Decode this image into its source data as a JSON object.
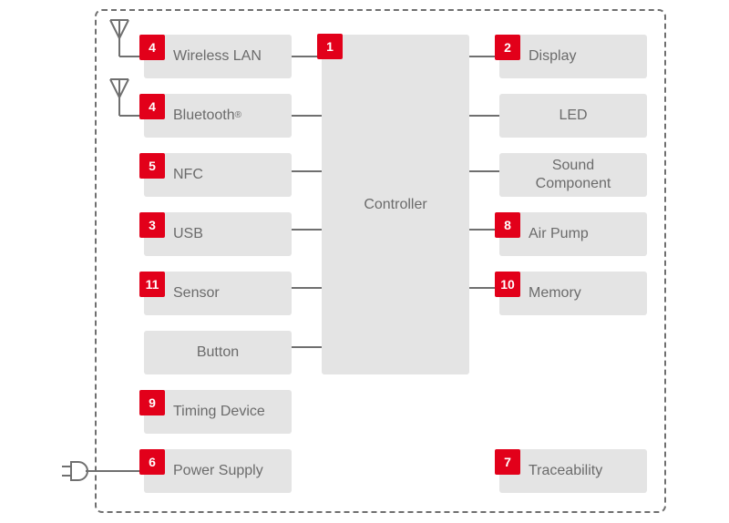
{
  "controller": {
    "label": "Controller",
    "number": "1"
  },
  "left_blocks": [
    {
      "number": "4",
      "label": "Wireless LAN",
      "icon": "antenna-icon"
    },
    {
      "number": "4",
      "label": "Bluetooth",
      "suffix": "®",
      "icon": "antenna-icon"
    },
    {
      "number": "5",
      "label": "NFC"
    },
    {
      "number": "3",
      "label": "USB"
    },
    {
      "number": "11",
      "label": "Sensor"
    },
    {
      "number": "",
      "label": "Button"
    },
    {
      "number": "9",
      "label": "Timing Device"
    },
    {
      "number": "6",
      "label": "Power Supply",
      "icon": "power-plug-icon"
    }
  ],
  "right_blocks": [
    {
      "number": "2",
      "label": "Display"
    },
    {
      "number": "",
      "label": "LED"
    },
    {
      "number": "",
      "label_line1": "Sound",
      "label_line2": "Component"
    },
    {
      "number": "8",
      "label": "Air Pump"
    },
    {
      "number": "10",
      "label": "Memory"
    },
    {
      "number": "7",
      "label": "Traceability"
    }
  ],
  "colors": {
    "badge": "#e2001a",
    "block": "#e4e4e4",
    "text": "#6b6b6b",
    "line": "#6f6f6f"
  }
}
